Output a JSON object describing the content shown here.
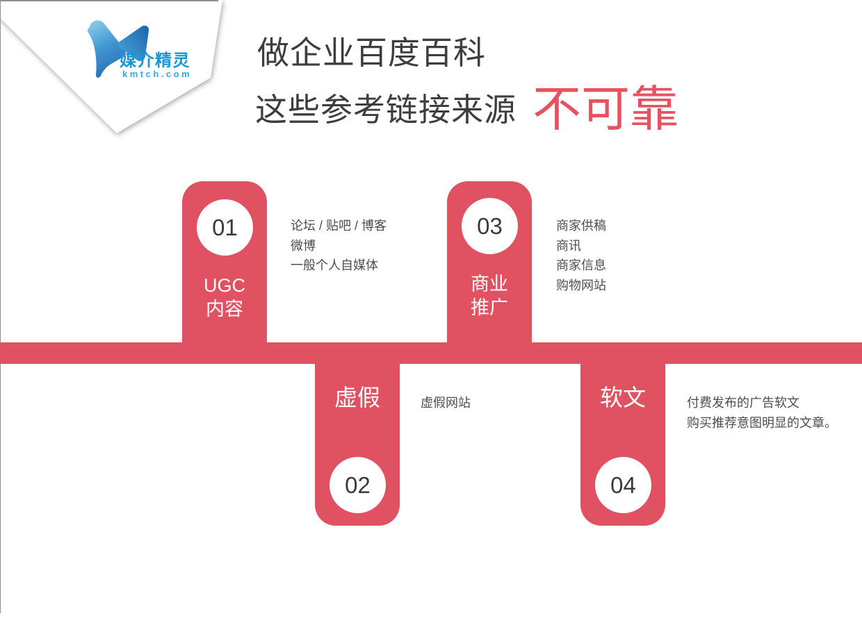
{
  "brand": {
    "name": "媒介精灵",
    "domain": "kmtch.com"
  },
  "title": {
    "line1": "做企业百度百科",
    "line2": "这些参考链接来源",
    "highlight": "不可靠"
  },
  "colors": {
    "accent": "#e05261",
    "highlight_red": "#e8515f",
    "title_text": "#3d3d3d",
    "detail_text": "#4d4d4d",
    "number_text": "#3a3a3a",
    "logo_blue": "#1697d6",
    "logo_blue_light": "#33a9de"
  },
  "timeline": {
    "items": [
      {
        "number": "01",
        "position": "top",
        "label_lines": [
          "UGC",
          "内容"
        ],
        "details": [
          "论坛 / 贴吧 / 博客",
          "微博",
          "一般个人自媒体"
        ]
      },
      {
        "number": "02",
        "position": "bottom",
        "label_lines": [
          "虚假"
        ],
        "details": [
          "虚假网站"
        ]
      },
      {
        "number": "03",
        "position": "top",
        "label_lines": [
          "商业",
          "推广"
        ],
        "details": [
          "商家供稿",
          "商讯",
          "商家信息",
          "购物网站"
        ]
      },
      {
        "number": "04",
        "position": "bottom",
        "label_lines": [
          "软文"
        ],
        "details": [
          "付费发布的广告软文",
          "购买推荐意图明显的文章。"
        ]
      }
    ]
  }
}
